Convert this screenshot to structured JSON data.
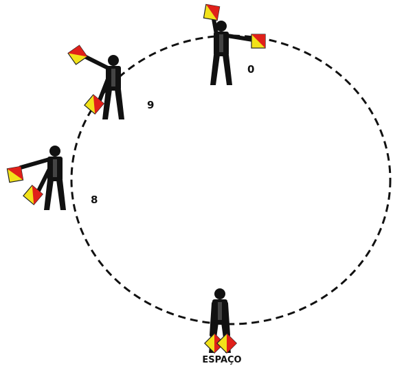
{
  "labels": {
    "zero": "0",
    "nine": "9",
    "eight": "8",
    "space": "ESPAÇO"
  },
  "colors": {
    "flag_red": "#e0201a",
    "flag_yellow": "#f2e21a",
    "figure": "#111111",
    "circle": "#111111"
  }
}
